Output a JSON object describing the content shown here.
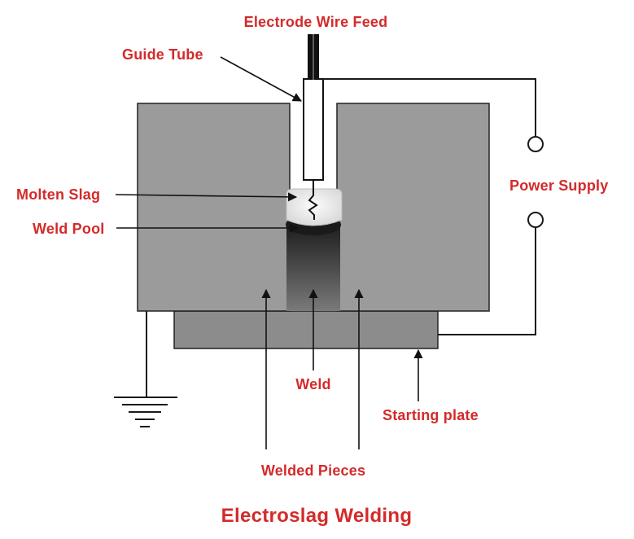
{
  "labels": {
    "electrode_wire_feed": "Electrode Wire Feed",
    "guide_tube": "Guide Tube",
    "molten_slag": "Molten Slag",
    "weld_pool": "Weld Pool",
    "power_supply": "Power Supply",
    "weld": "Weld",
    "starting_plate": "Starting plate",
    "welded_pieces": "Welded Pieces"
  },
  "title": "Electroslag Welding",
  "colors": {
    "label_red": "#d42a2a",
    "workpiece_gray": "#9b9b9b",
    "starting_plate_gray": "#8c8c8c",
    "outline": "#222222"
  }
}
